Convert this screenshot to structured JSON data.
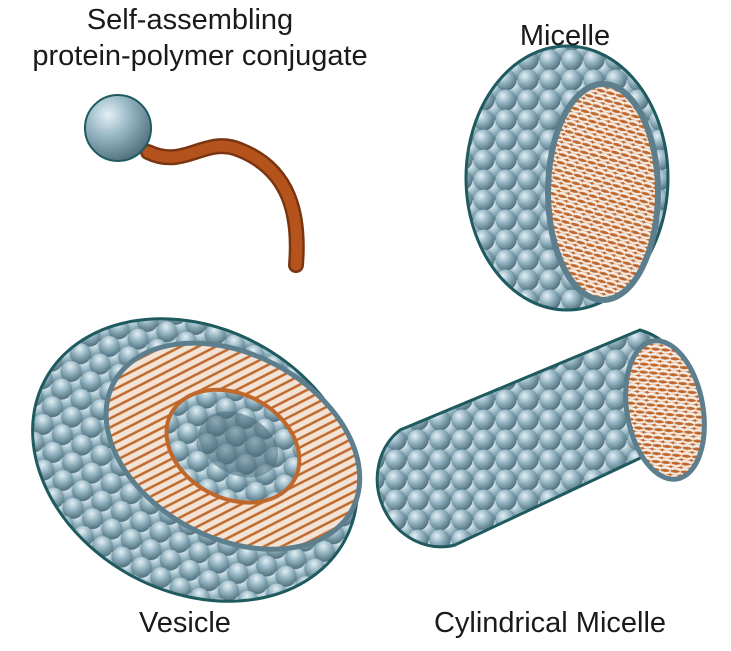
{
  "labels": {
    "conjugate_line1": "Self-assembling",
    "conjugate_line2": "protein-polymer conjugate",
    "micelle": "Micelle",
    "vesicle": "Vesicle",
    "cylindrical_micelle": "Cylindrical Micelle"
  },
  "colors": {
    "sphere": "#8fb0bf",
    "sphere_highlight": "#d8e8ef",
    "sphere_shadow": "#4f6f7d",
    "outline": "#1f5a5e",
    "polymer": "#b4541c",
    "core_light": "#f3e6dc"
  }
}
